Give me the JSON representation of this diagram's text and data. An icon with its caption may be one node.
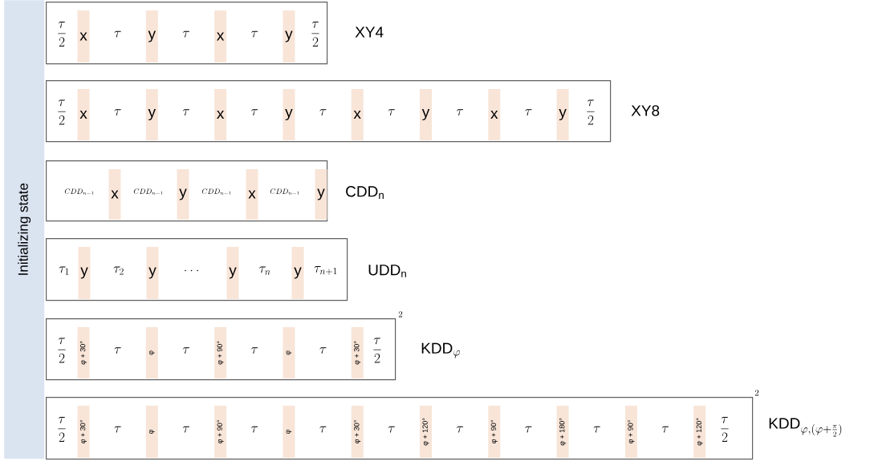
{
  "diagram": {
    "nodes": [
      {
        "text": [
          "Initializing state"
        ]
      },
      {
        "text": [
          "\\frac{\\tau}{2}",
          "\\tau",
          "\\tau",
          "\\tau",
          "\\frac{\\tau}{2}"
        ],
        "beside": [
          "\\mathrm{XY4}"
        ]
      },
      {
        "text": [
          "x"
        ],
        "in": 1
      },
      {
        "text": [
          "y"
        ],
        "in": 1
      },
      {
        "text": [
          "x"
        ],
        "in": 1
      },
      {
        "text": [
          "y"
        ],
        "in": 1
      },
      {
        "text": [
          "\\frac{\\tau}{2}",
          "\\tau",
          "\\tau",
          "\\tau",
          "\\tau",
          "\\tau",
          "\\tau",
          "\\tau",
          "\\frac{\\tau}{2}"
        ],
        "beside": [
          "\\mathrm{XY8}"
        ]
      },
      {
        "text": [
          "x"
        ],
        "in": 6
      },
      {
        "text": [
          "y"
        ],
        "in": 6
      },
      {
        "text": [
          "x"
        ],
        "in": 6
      },
      {
        "text": [
          "y"
        ],
        "in": 6
      },
      {
        "text": [
          "x"
        ],
        "in": 6
      },
      {
        "text": [
          "y"
        ],
        "in": 6
      },
      {
        "text": [
          "x"
        ],
        "in": 6
      },
      {
        "text": [
          "y"
        ],
        "in": 6
      },
      {
        "text": [
          "CDD_{n-1}",
          "CDD_{n-1}",
          "CDD_{n-1}",
          "CDD_{n-1}"
        ],
        "beside": [
          "\\mathrm{CDD_n}"
        ]
      },
      {
        "text": [
          "x"
        ],
        "in": 15
      },
      {
        "text": [
          "y"
        ],
        "in": 15
      },
      {
        "text": [
          "x"
        ],
        "in": 15
      },
      {
        "text": [
          "y"
        ],
        "in": 15
      },
      {
        "text": [
          "\\tau_1",
          "\\tau_2",
          "\\dots",
          "\\tau_n",
          "\\tau_{n+1}"
        ],
        "beside": [
          "\\mathrm{UDD_n}"
        ]
      },
      {
        "text": [
          "y"
        ],
        "in": 20
      },
      {
        "text": [
          "y"
        ],
        "in": 20
      },
      {
        "text": [
          "y"
        ],
        "in": 20
      },
      {
        "text": [
          "y"
        ],
        "in": 20
      },
      {
        "text": [
          "\\frac{\\tau}{2}",
          "\\tau",
          "\\tau",
          "\\tau",
          "\\tau",
          "\\frac{\\tau}{2}"
        ],
        "beside": [
          "2",
          "\\mathrm{KDD}_{\\varphi}"
        ]
      },
      {
        "text": [
          "φ + 30°"
        ],
        "in": 25
      },
      {
        "text": [
          "φ"
        ],
        "in": 25
      },
      {
        "text": [
          "φ + 90°"
        ],
        "in": 25
      },
      {
        "text": [
          "φ"
        ],
        "in": 25
      },
      {
        "text": [
          "φ + 30°"
        ],
        "in": 25
      },
      {
        "text": [
          "\\frac{\\tau}{2}",
          "\\tau",
          "\\tau",
          "\\tau",
          "\\tau",
          "\\tau",
          "\\tau",
          "\\tau",
          "\\tau",
          "\\tau",
          "\\frac{\\tau}{2}"
        ],
        "beside": [
          "2",
          "\\mathrm{KDD}_{\\varphi,(\\varphi+\\frac{\\pi}{2})}"
        ]
      },
      {
        "text": [
          "φ + 30°"
        ],
        "in": 31
      },
      {
        "text": [
          "φ"
        ],
        "in": 31
      },
      {
        "text": [
          "φ + 90°"
        ],
        "in": 31
      },
      {
        "text": [
          "φ"
        ],
        "in": 31
      },
      {
        "text": [
          "φ + 30°"
        ],
        "in": 31
      },
      {
        "text": [
          "φ + 120°"
        ],
        "in": 31
      },
      {
        "text": [
          "φ + 90°"
        ],
        "in": 31
      },
      {
        "text": [
          "φ + 180°"
        ],
        "in": 31
      },
      {
        "text": [
          "φ + 90°"
        ],
        "in": 31
      },
      {
        "text": [
          "φ + 120°"
        ],
        "in": 31
      }
    ]
  }
}
